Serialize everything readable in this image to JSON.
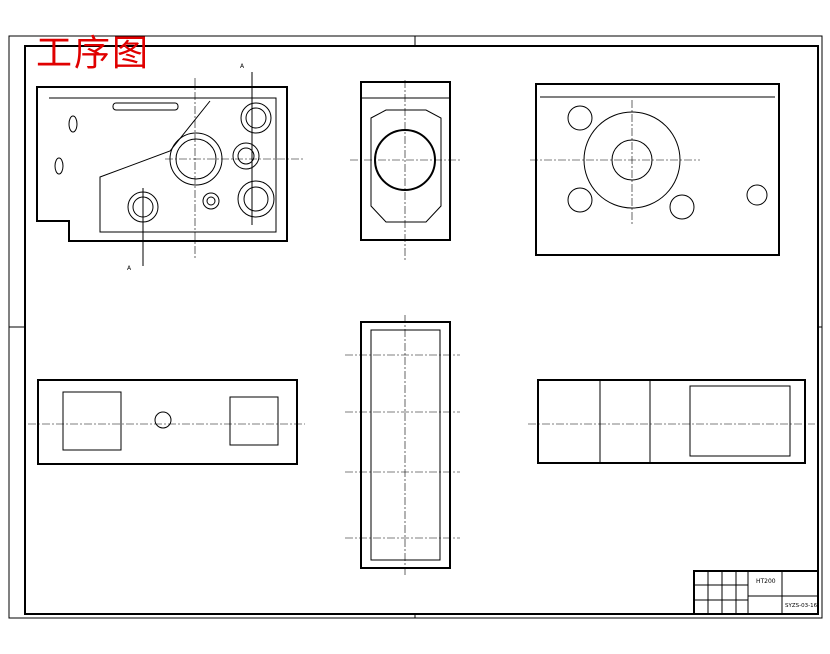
{
  "drawing": {
    "title": "工序图",
    "section_label": "A",
    "title_block": {
      "material": "HT200",
      "drawing_number": "SYZS-03-16"
    }
  }
}
